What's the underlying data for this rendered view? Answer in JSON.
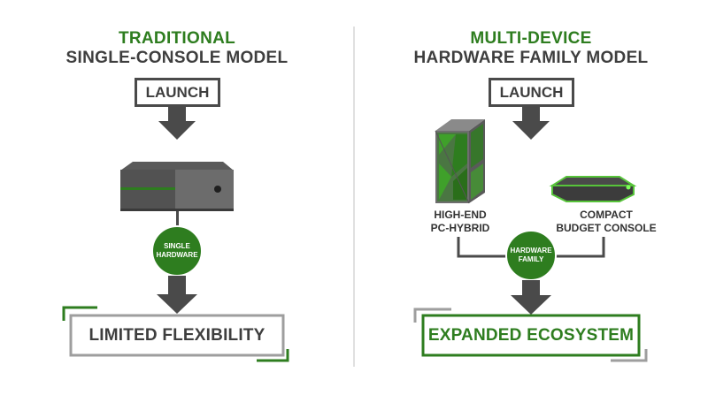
{
  "left": {
    "title_line1": "TRADITIONAL",
    "title_line2": "SINGLE-CONSOLE MODEL",
    "launch_label": "LAUNCH",
    "badge_line1": "SINGLE",
    "badge_line2": "HARDWARE",
    "result_label": "LIMITED FLEXIBILITY"
  },
  "right": {
    "title_line1": "MULTI-DEVICE",
    "title_line2": "HARDWARE FAMILY MODEL",
    "launch_label": "LAUNCH",
    "device1_line1": "HIGH-END",
    "device1_line2": "PC-HYBRID",
    "device2_line1": "COMPACT",
    "device2_line2": "BUDGET CONSOLE",
    "badge_line1": "HARDWARE",
    "badge_line2": "FAMILY",
    "result_label": "EXPANDED ECOSYSTEM"
  },
  "colors": {
    "green": "#2e7d1f",
    "dark": "#4a4a4a",
    "light_gray": "#9e9e9e"
  }
}
